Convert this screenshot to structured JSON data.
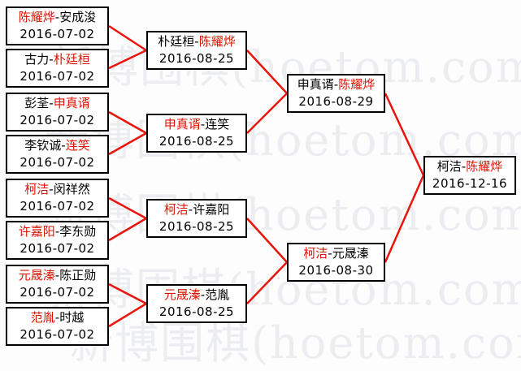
{
  "watermark": {
    "text": "新博围棋(hoetom.com)",
    "color": "#ccd3da"
  },
  "separator": "-",
  "colors": {
    "winner_red": "#dd1506",
    "line_red": "#e9140b",
    "box_border": "#000000",
    "box_background": "#ffffff",
    "text": "#000000"
  },
  "bracket": {
    "round_of_16": [
      {
        "p1": "陈耀烨",
        "p2": "安成浚",
        "date": "2016-07-02",
        "win": "p1"
      },
      {
        "p1": "古力",
        "p2": "朴廷桓",
        "date": "2016-07-02",
        "win": "p2"
      },
      {
        "p1": "彭荃",
        "p2": "申真谞",
        "date": "2016-07-02",
        "win": "p2"
      },
      {
        "p1": "李钦诚",
        "p2": "连笑",
        "date": "2016-07-02",
        "win": "p2"
      },
      {
        "p1": "柯洁",
        "p2": "闵祥然",
        "date": "2016-07-02",
        "win": "p1"
      },
      {
        "p1": "许嘉阳",
        "p2": "李东勋",
        "date": "2016-07-02",
        "win": "p1"
      },
      {
        "p1": "元晟溱",
        "p2": "陈正勋",
        "date": "2016-07-02",
        "win": "p1"
      },
      {
        "p1": "范胤",
        "p2": "时越",
        "date": "2016-07-02",
        "win": "p1"
      }
    ],
    "quarterfinals": [
      {
        "p1": "朴廷桓",
        "p2": "陈耀烨",
        "date": "2016-08-25",
        "win": "p2"
      },
      {
        "p1": "申真谞",
        "p2": "连笑",
        "date": "2016-08-25",
        "win": "p1"
      },
      {
        "p1": "柯洁",
        "p2": "许嘉阳",
        "date": "2016-08-25",
        "win": "p1"
      },
      {
        "p1": "元晟溱",
        "p2": "范胤",
        "date": "2016-08-25",
        "win": "p1"
      }
    ],
    "semifinals": [
      {
        "p1": "申真谞",
        "p2": "陈耀烨",
        "date": "2016-08-29",
        "win": "p2"
      },
      {
        "p1": "柯洁",
        "p2": "元晟溱",
        "date": "2016-08-30",
        "win": "p1"
      }
    ],
    "final": [
      {
        "p1": "柯洁",
        "p2": "陈耀烨",
        "date": "2016-12-16",
        "win": "p2"
      }
    ]
  }
}
